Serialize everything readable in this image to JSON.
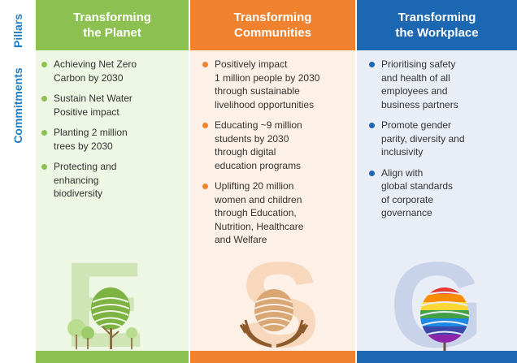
{
  "side": {
    "pillars_label": "Pillars",
    "commitments_label": "Commitments"
  },
  "columns": [
    {
      "title_lines": [
        "Transforming",
        "the Planet"
      ],
      "letter": "E",
      "items": [
        {
          "lines": [
            "Achieving Net Zero",
            "Carbon by 2030"
          ]
        },
        {
          "lines": [
            "Sustain Net Water",
            "Positive impact"
          ]
        },
        {
          "lines": [
            "Planting 2 million",
            "trees by 2030"
          ]
        },
        {
          "lines": [
            "Protecting and",
            "enhancing",
            "biodiversity"
          ]
        }
      ]
    },
    {
      "title_lines": [
        "Transforming",
        "Communities"
      ],
      "letter": "S",
      "items": [
        {
          "lines": [
            "Positively impact",
            "1 million people by 2030",
            "through sustainable",
            "livelihood opportunities"
          ]
        },
        {
          "lines": [
            "Educating ~9 million",
            "students by 2030",
            "through digital",
            "education programs"
          ]
        },
        {
          "lines": [
            "Uplifting 20 million",
            "women and children",
            "through Education,",
            "Nutrition, Healthcare",
            "and Welfare"
          ]
        }
      ]
    },
    {
      "title_lines": [
        "Transforming",
        "the Workplace"
      ],
      "letter": "G",
      "items": [
        {
          "lines": [
            "Prioritising safety",
            "and health of all",
            "employees and",
            "business partners"
          ]
        },
        {
          "lines": [
            "Promote gender",
            "parity, diversity and",
            "inclusivity"
          ]
        },
        {
          "lines": [
            "Align with",
            "global standards",
            "of corporate",
            "governance"
          ]
        }
      ]
    }
  ],
  "colors": {
    "planet": "#8cc152",
    "communities": "#f0812e",
    "workplace": "#1b67b2",
    "side_label": "#1f7ec1"
  },
  "icons": [
    "tree-icon",
    "hands-leaf-icon",
    "rainbow-leaf-icon"
  ]
}
